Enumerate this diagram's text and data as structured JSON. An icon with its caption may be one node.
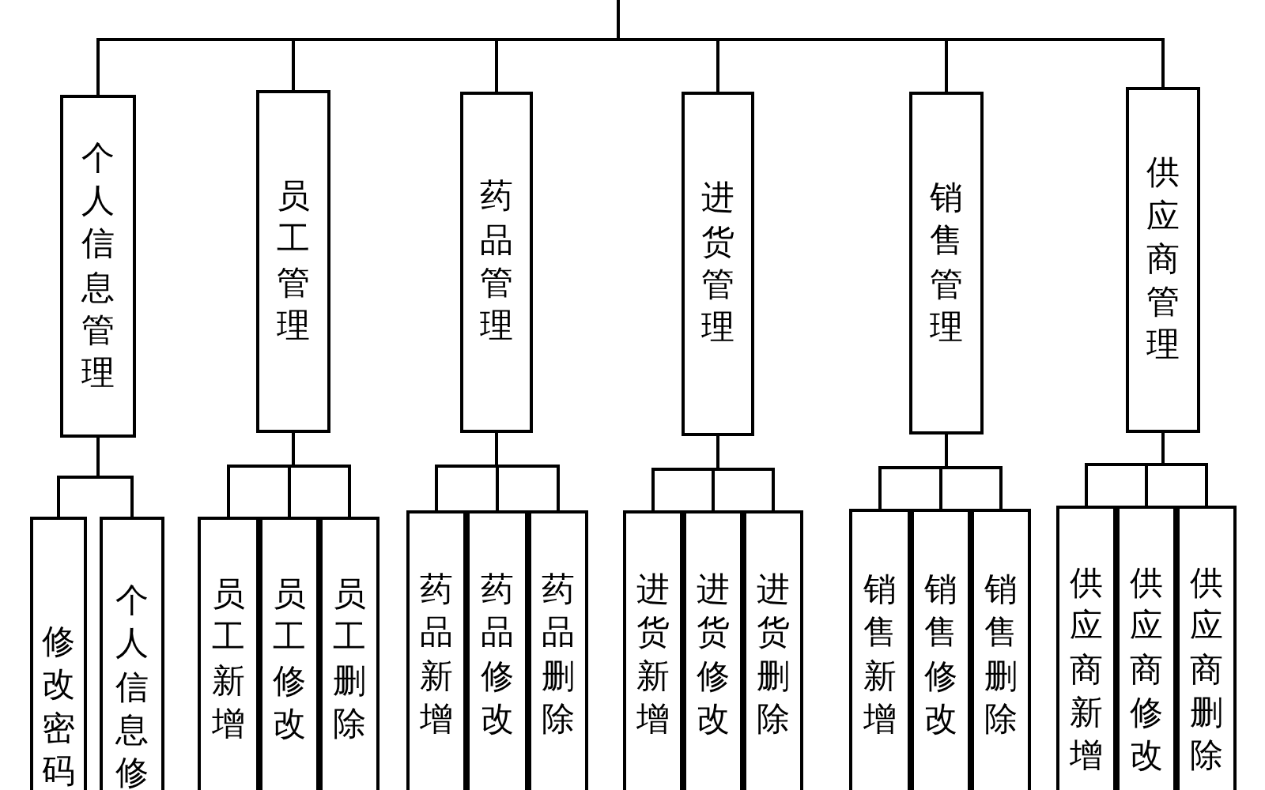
{
  "diagram": {
    "nodes": [
      {
        "text": [
          "个人信息管理"
        ]
      },
      {
        "text": [
          "员工管理"
        ]
      },
      {
        "text": [
          "药品管理"
        ]
      },
      {
        "text": [
          "进货管理"
        ]
      },
      {
        "text": [
          "销售管理"
        ]
      },
      {
        "text": [
          "供应商管理"
        ]
      },
      {
        "text": [
          "修改密码"
        ]
      },
      {
        "text": [
          "个人信息修"
        ]
      },
      {
        "text": [
          "员工新增"
        ]
      },
      {
        "text": [
          "员工修改"
        ]
      },
      {
        "text": [
          "员工删除"
        ]
      },
      {
        "text": [
          "药品新增"
        ]
      },
      {
        "text": [
          "药品修改"
        ]
      },
      {
        "text": [
          "药品删除"
        ]
      },
      {
        "text": [
          "进货新增"
        ]
      },
      {
        "text": [
          "进货修改"
        ]
      },
      {
        "text": [
          "进货删除"
        ]
      },
      {
        "text": [
          "销售新增"
        ]
      },
      {
        "text": [
          "销售修改"
        ]
      },
      {
        "text": [
          "销售删除"
        ]
      },
      {
        "text": [
          "供应商新增"
        ]
      },
      {
        "text": [
          "供应商修改"
        ]
      },
      {
        "text": [
          "供应商删除"
        ]
      }
    ],
    "edges": [
      {
        "from": null,
        "to": 0,
        "arrow": "none"
      },
      {
        "from": null,
        "to": 1,
        "arrow": "none"
      },
      {
        "from": null,
        "to": 2,
        "arrow": "none"
      },
      {
        "from": null,
        "to": 3,
        "arrow": "none"
      },
      {
        "from": null,
        "to": 4,
        "arrow": "none"
      },
      {
        "from": null,
        "to": 5,
        "arrow": "none"
      },
      {
        "from": 0,
        "to": 6,
        "arrow": "none"
      },
      {
        "from": 0,
        "to": 7,
        "arrow": "none"
      },
      {
        "from": 1,
        "to": 8,
        "arrow": "none"
      },
      {
        "from": 1,
        "to": 9,
        "arrow": "none"
      },
      {
        "from": 1,
        "to": 10,
        "arrow": "none"
      },
      {
        "from": 2,
        "to": 11,
        "arrow": "none"
      },
      {
        "from": 2,
        "to": 12,
        "arrow": "none"
      },
      {
        "from": 2,
        "to": 13,
        "arrow": "none"
      },
      {
        "from": 3,
        "to": 14,
        "arrow": "none"
      },
      {
        "from": 3,
        "to": 15,
        "arrow": "none"
      },
      {
        "from": 3,
        "to": 16,
        "arrow": "none"
      },
      {
        "from": 4,
        "to": 17,
        "arrow": "none"
      },
      {
        "from": 4,
        "to": 18,
        "arrow": "none"
      },
      {
        "from": 4,
        "to": 19,
        "arrow": "none"
      },
      {
        "from": 5,
        "to": 20,
        "arrow": "none"
      },
      {
        "from": 5,
        "to": 21,
        "arrow": "none"
      },
      {
        "from": 5,
        "to": 22,
        "arrow": "none"
      }
    ]
  }
}
